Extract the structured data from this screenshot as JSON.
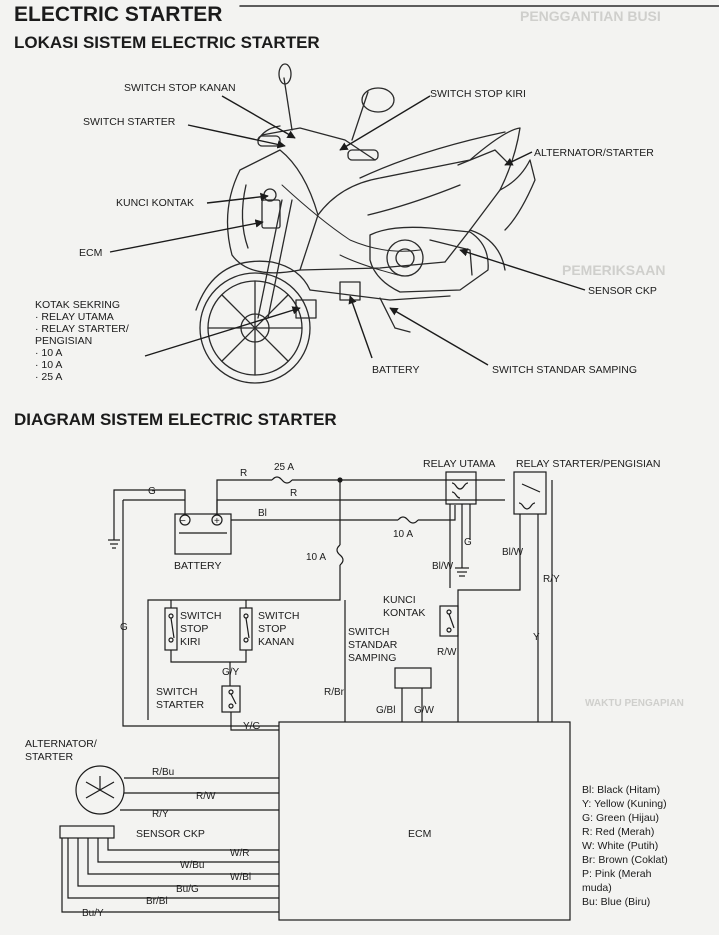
{
  "header": {
    "section_title": "ELECTRIC STARTER",
    "subtitle": "LOKASI SISTEM ELECTRIC STARTER",
    "diagram_title": "DIAGRAM SISTEM ELECTRIC STARTER"
  },
  "background_ghost": {
    "heading_1": "PENGGANTIAN BUSI",
    "heading_2": "PEMERIKSAAN",
    "heading_3": "WAKTU PENGAPIAN"
  },
  "location_labels": {
    "switch_stop_kanan": "SWITCH STOP KANAN",
    "switch_stop_kiri": "SWITCH STOP KIRI",
    "switch_starter": "SWITCH STARTER",
    "alternator_starter": "ALTERNATOR/STARTER",
    "kunci_kontak": "KUNCI KONTAK",
    "ecm": "ECM",
    "sensor_ckp": "SENSOR CKP",
    "battery": "BATTERY",
    "switch_standar_samping": "SWITCH STANDAR SAMPING",
    "fuse_box": {
      "title": "KOTAK SEKRING",
      "lines": [
        "· RELAY UTAMA",
        "· RELAY STARTER/",
        "  PENGISIAN",
        "· 10 A",
        "· 10 A",
        "· 25 A"
      ]
    }
  },
  "diagram_labels": {
    "fuse_25a": "25 A",
    "fuse_10a_top": "10 A",
    "fuse_10a_left": "10 A",
    "relay_utama": "RELAY UTAMA",
    "relay_starter": "RELAY STARTER/PENGISIAN",
    "battery": "BATTERY",
    "switch_stop_kiri": [
      "SWITCH",
      "STOP",
      "KIRI"
    ],
    "switch_stop_kanan": [
      "SWITCH",
      "STOP",
      "KANAN"
    ],
    "switch_starter": [
      "SWITCH",
      "STARTER"
    ],
    "kunci_kontak": [
      "KUNCI",
      "KONTAK"
    ],
    "switch_standar_samping": [
      "SWITCH",
      "STANDAR",
      "SAMPING"
    ],
    "alternator": [
      "ALTERNATOR/",
      "STARTER"
    ],
    "sensor_ckp": "SENSOR CKP",
    "ecm": "ECM",
    "wires": {
      "g": "G",
      "r1": "R",
      "r2": "R",
      "bl": "Bl",
      "g_left": "G",
      "g_relay": "G",
      "bl_w1": "Bl/W",
      "bl_w2": "Bl/W",
      "r_y_right": "R/Y",
      "y": "Y",
      "r_w_key": "R/W",
      "g_y": "G/Y",
      "y_g": "Y/G",
      "r_br": "R/Br",
      "g_bl": "G/Bl",
      "g_w": "G/W",
      "r_bu": "R/Bu",
      "r_w_alt": "R/W",
      "r_y_alt": "R/Y",
      "w_r": "W/R",
      "w_bu": "W/Bu",
      "w_bl": "W/Bl",
      "bu_g": "Bu/G",
      "br_bl": "Br/Bl",
      "bu_y": "Bu/Y"
    },
    "terminals": {
      "minus": "−",
      "plus": "+"
    }
  },
  "legend": [
    "Bl: Black (Hitam)",
    "Y: Yellow (Kuning)",
    "G: Green (Hijau)",
    "R: Red (Merah)",
    "W: White (Putih)",
    "Br: Brown (Coklat)",
    "P: Pink (Merah",
    "muda)",
    "Bu: Blue (Biru)"
  ],
  "colors": {
    "ink": "#1b1b1b",
    "paper": "#f3f3f1",
    "ghost": "#cfcfcc"
  }
}
